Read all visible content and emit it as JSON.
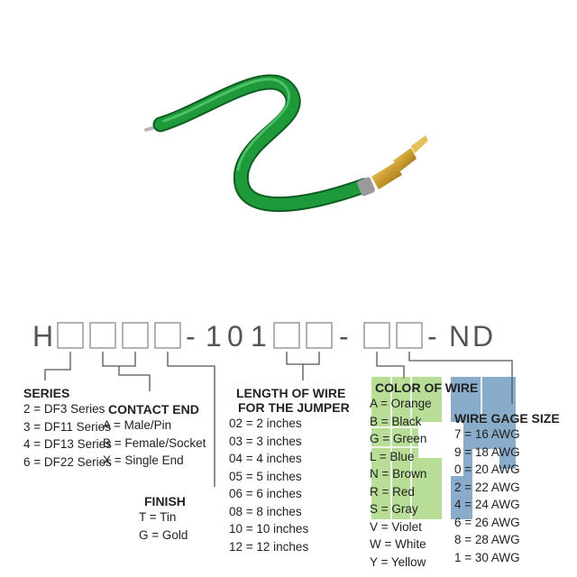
{
  "part_number": {
    "prefix": "H",
    "segments": [
      "-",
      "1",
      "0",
      "1",
      "-",
      "-",
      "N",
      "D"
    ]
  },
  "series": {
    "title": "SERIES",
    "items": [
      "2 = DF3 Series",
      "3 = DF11 Series",
      "4 = DF13 Series",
      "6 = DF22 Series"
    ]
  },
  "contact_end": {
    "title": "CONTACT END",
    "items": [
      "A = Male/Pin",
      "B = Female/Socket",
      "X = Single End"
    ]
  },
  "finish": {
    "title": "FINISH",
    "items": [
      "T = Tin",
      "G = Gold"
    ]
  },
  "length": {
    "title_line1": "LENGTH OF WIRE",
    "title_line2": "FOR THE JUMPER",
    "items": [
      "02 = 2 inches",
      "03 = 3 inches",
      "04 = 4 inches",
      "05 = 5 inches",
      "06 = 6 inches",
      "08 = 8 inches",
      "10 = 10 inches",
      "12 = 12 inches"
    ]
  },
  "color_of_wire": {
    "title": "COLOR OF WIRE",
    "items": [
      "A = Orange",
      "B = Black",
      "G = Green",
      "L = Blue",
      "N = Brown",
      "R = Red",
      "S = Gray",
      "V = Violet",
      "W = White",
      "Y = Yellow"
    ]
  },
  "wire_gage": {
    "title": "WIRE GAGE SIZE",
    "items": [
      "7 = 16 AWG",
      "9 = 18 AWG",
      "0 = 20 AWG",
      "2 = 22 AWG",
      "4 = 24 AWG",
      "6 = 26 AWG",
      "8 = 28 AWG",
      "1 = 30 AWG"
    ]
  },
  "colors": {
    "wire": "#1f9a3a",
    "logo_green": "#7fc241",
    "logo_blue": "#2a6aa0"
  }
}
